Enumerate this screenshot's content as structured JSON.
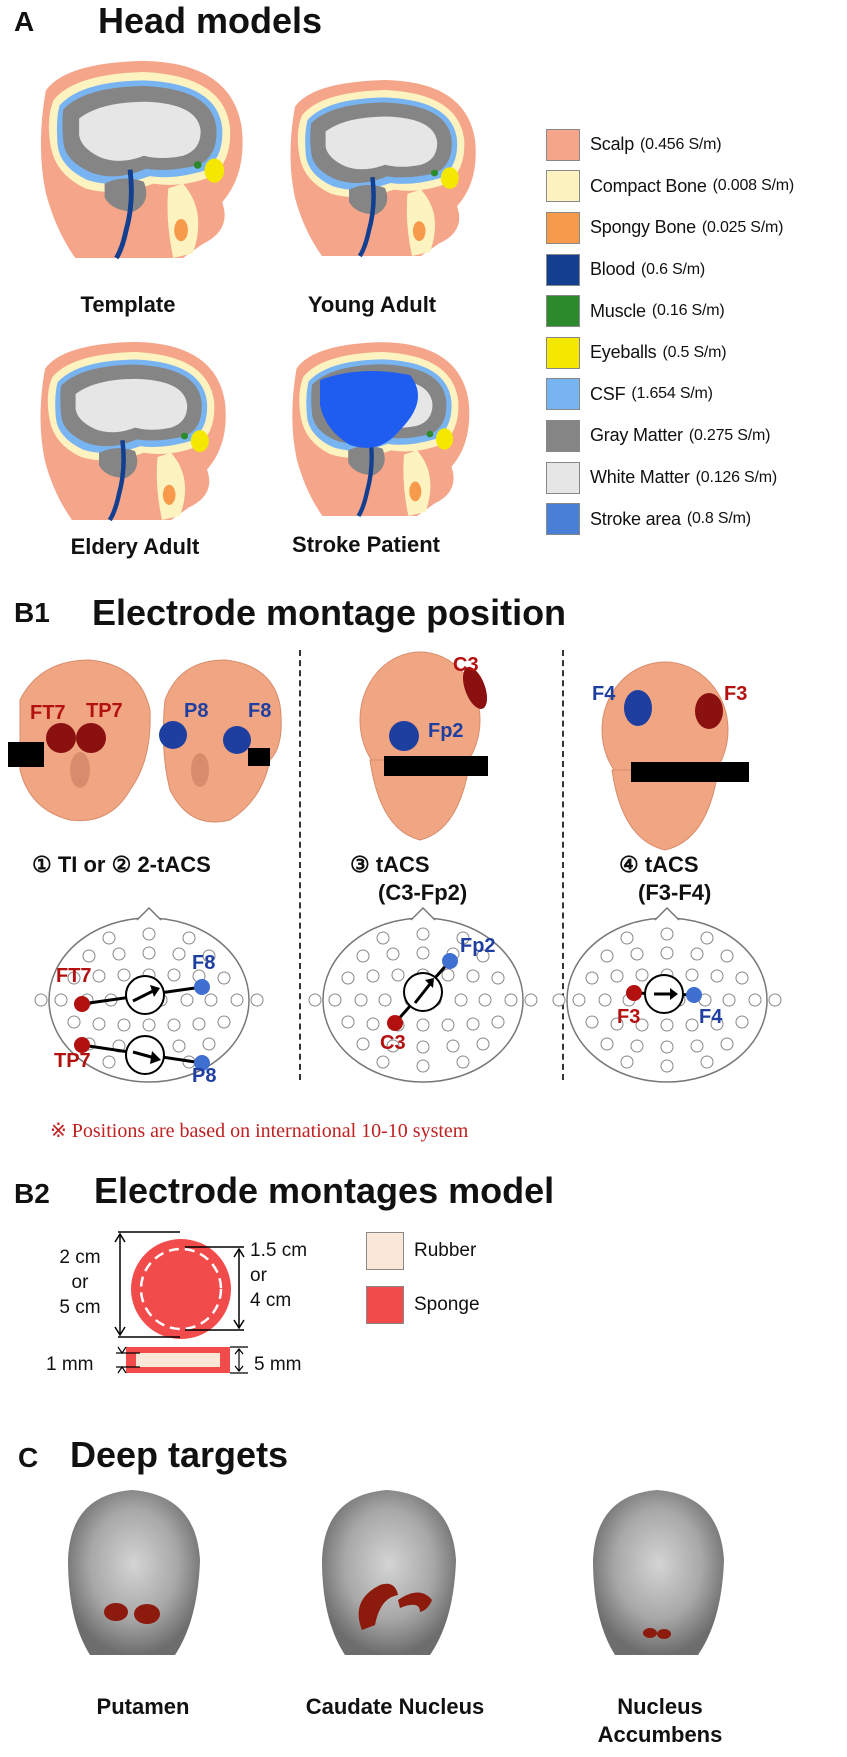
{
  "panelA": {
    "letter": "A",
    "title": "Head models",
    "captions": [
      "Template",
      "Young Adult",
      "Eldery Adult",
      "Stroke Patient"
    ],
    "legend": [
      {
        "label": "Scalp",
        "cond": "(0.456 S/m)",
        "color": "#f4a58a"
      },
      {
        "label": "Compact Bone",
        "cond": "(0.008 S/m)",
        "color": "#fdf3c0"
      },
      {
        "label": "Spongy Bone",
        "cond": "(0.025 S/m)",
        "color": "#f89a4c"
      },
      {
        "label": "Blood",
        "cond": "(0.6 S/m)",
        "color": "#123f8f"
      },
      {
        "label": "Muscle",
        "cond": "(0.16 S/m)",
        "color": "#2c8a2c"
      },
      {
        "label": "Eyeballs",
        "cond": "(0.5 S/m)",
        "color": "#f5e800"
      },
      {
        "label": "CSF",
        "cond": "(1.654 S/m)",
        "color": "#79b4f2"
      },
      {
        "label": "Gray Matter",
        "cond": "(0.275 S/m)",
        "color": "#858585"
      },
      {
        "label": "White Matter",
        "cond": "(0.126 S/m)",
        "color": "#e6e6e6"
      },
      {
        "label": "Stroke area",
        "cond": "(0.8 S/m)",
        "color": "#4a7fd8"
      }
    ]
  },
  "panelB1": {
    "letter": "B1",
    "title": "Electrode montage position",
    "labels": {
      "ft7": "FT7",
      "tp7": "TP7",
      "p8": "P8",
      "f8": "F8",
      "c3": "C3",
      "fp2": "Fp2",
      "f4": "F4",
      "f3": "F3"
    },
    "montages": [
      "① TI or ② 2-tACS",
      "③ tACS",
      "(C3-Fp2)",
      "④ tACS",
      "(F3-F4)"
    ],
    "note": "※ Positions are based on international 10-10 system",
    "colors": {
      "red": "#b31010",
      "blue": "#1f3fa0"
    }
  },
  "panelB2": {
    "letter": "B2",
    "title": "Electrode montages model",
    "outer_dim": [
      "2 cm",
      "or",
      "5 cm"
    ],
    "inner_dim": [
      "1.5 cm",
      "or",
      "4 cm"
    ],
    "thick_inner": "1 mm",
    "thick_outer": "5 mm",
    "legend": [
      {
        "label": "Rubber",
        "color": "#fbe7d8"
      },
      {
        "label": "Sponge",
        "color": "#f24b4b"
      }
    ]
  },
  "panelC": {
    "letter": "C",
    "title": "Deep targets",
    "targets": [
      "Putamen",
      "Caudate Nucleus",
      "Nucleus",
      "Accumbens"
    ]
  }
}
